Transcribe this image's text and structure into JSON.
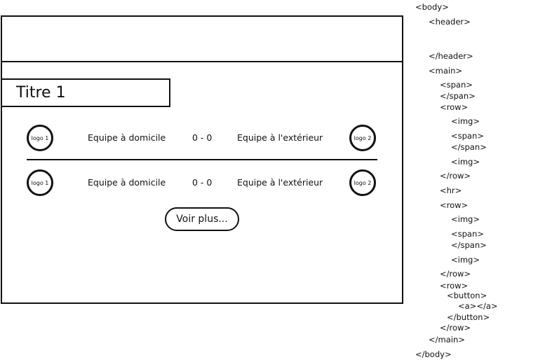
{
  "title": "Titre 1",
  "matches": [
    {
      "home_logo": "logo 1",
      "home_team": "Equipe à domicile",
      "score": "0 - 0",
      "away_team": "Equipe à l'extérieur",
      "away_logo": "logo 2"
    },
    {
      "home_logo": "logo 1",
      "home_team": "Equipe à domicile",
      "score": "0 - 0",
      "away_team": "Equipe à l'extérieur",
      "away_logo": "logo 2"
    }
  ],
  "button_label": "Voir plus...",
  "structure": [
    "<body>",
    "<header>",
    "</header>",
    "<main>",
    "<span>",
    "</span>",
    "<row>",
    "<img>",
    "<span>",
    "</span>",
    "<img>",
    "</row>",
    "<hr>",
    "<row>",
    "<img>",
    "<span>",
    "</span>",
    "<img>",
    "</row>",
    "<row>",
    "<button>",
    "<a></a>",
    "</button>",
    "</row>",
    "</main>",
    "</body>"
  ]
}
